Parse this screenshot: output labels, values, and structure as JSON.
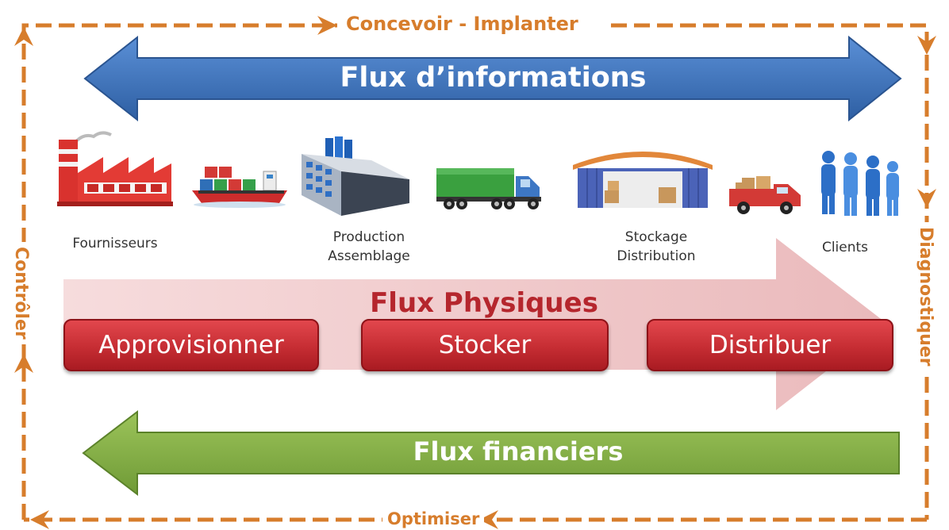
{
  "cycle": {
    "top": "Concevoir - Implanter",
    "right": "Diagnostiquer",
    "bottom": "Optimiser",
    "left": "Contrôler"
  },
  "flows": {
    "information": "Flux d’informations",
    "physical": "Flux Physiques",
    "financial": "Flux financiers"
  },
  "stages": [
    {
      "label": "Fournisseurs"
    },
    {
      "label": "Production\nAssemblage"
    },
    {
      "label": "Stockage\nDistribution"
    },
    {
      "label": "Clients"
    }
  ],
  "actions": [
    "Approvisionner",
    "Stocker",
    "Distribuer"
  ],
  "icons": [
    "factory-icon",
    "cargo-ship-icon",
    "production-building-icon",
    "truck-icon",
    "warehouse-icon",
    "delivery-van-icon",
    "customers-icon"
  ],
  "colors": {
    "cycle": "#d77d2c",
    "information_arrow": "#3f72b8",
    "physical_arrow": "#f2cfd0",
    "action_button": "#c62d33",
    "financial_arrow": "#86b04a"
  }
}
